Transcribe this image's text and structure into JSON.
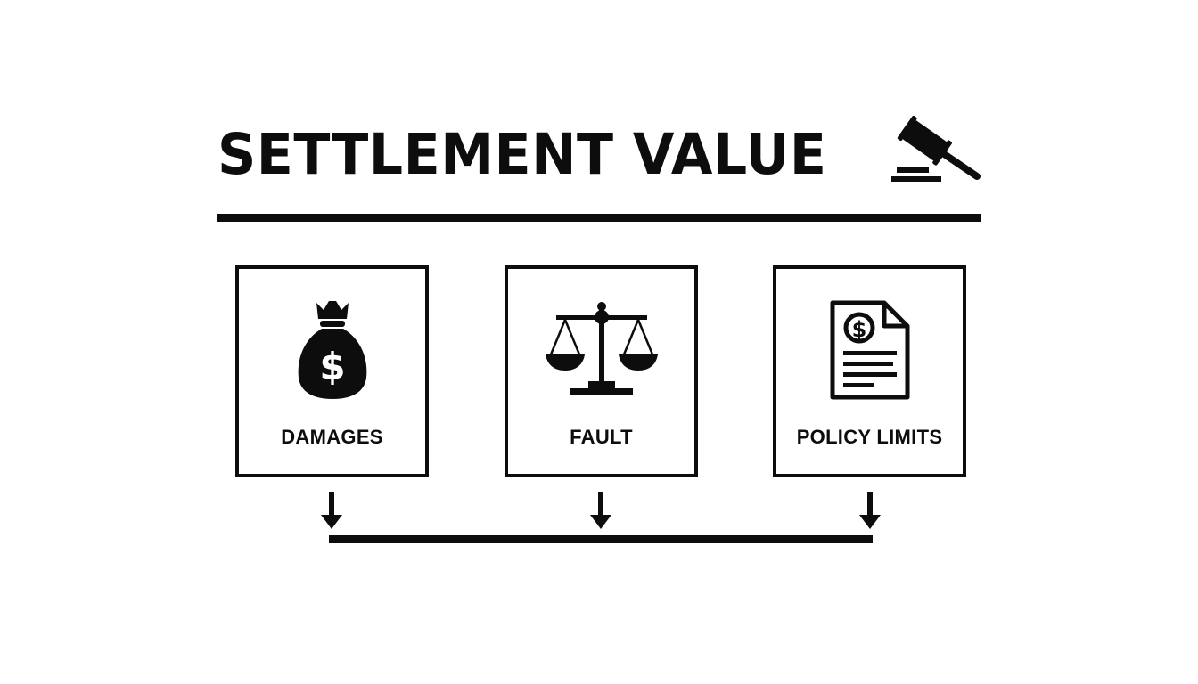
{
  "title": "SETTLEMENT VALUE",
  "title_icon": "gavel-icon",
  "factors": [
    {
      "label": "DAMAGES",
      "icon": "money-bag-icon"
    },
    {
      "label": "FAULT",
      "icon": "scales-of-justice-icon"
    },
    {
      "label": "POLICY LIMITS",
      "icon": "policy-document-icon"
    }
  ],
  "colors": {
    "ink": "#0d0d0d",
    "background": "#ffffff"
  }
}
